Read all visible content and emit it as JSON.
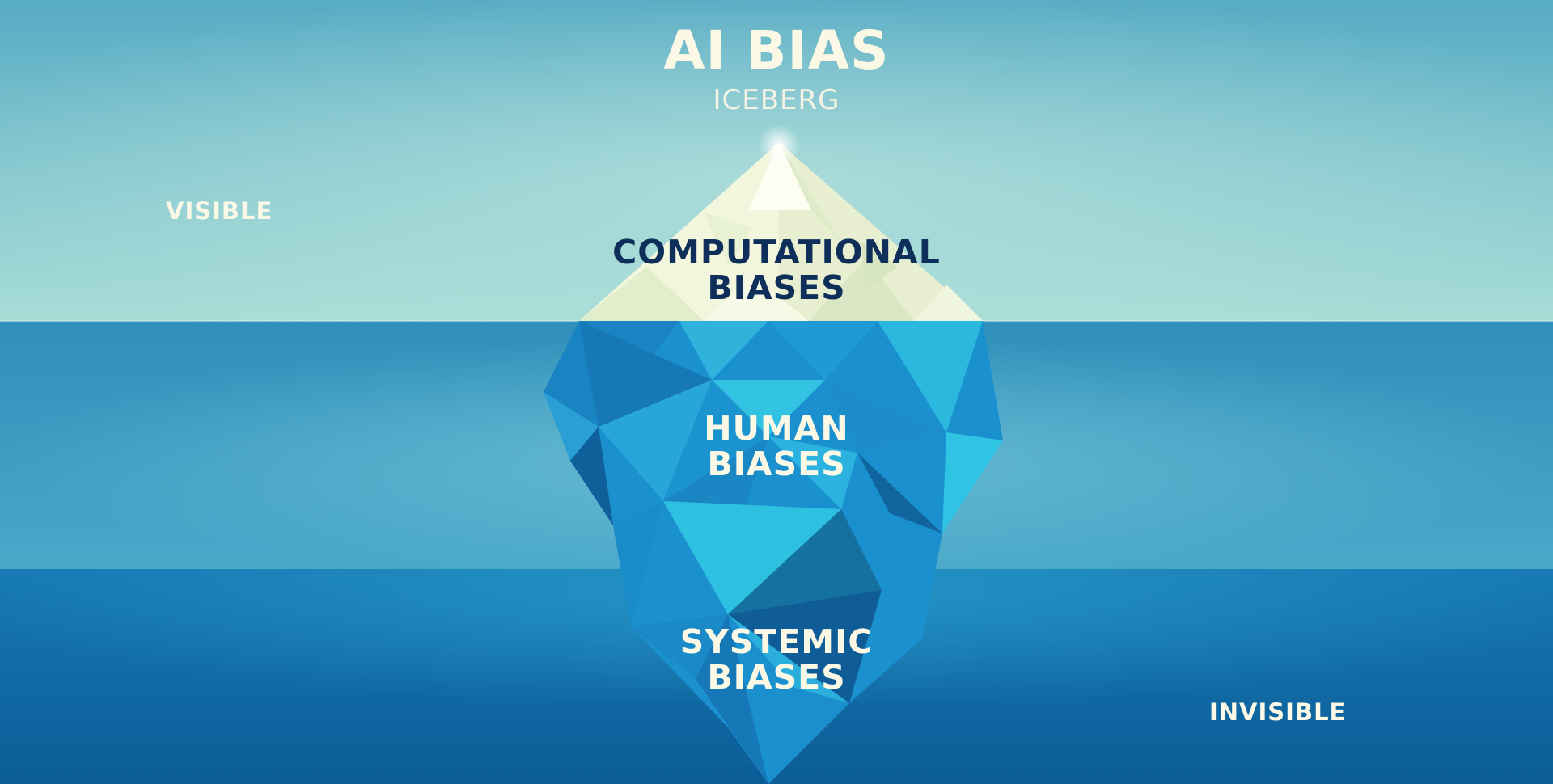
{
  "title": "AI BIAS",
  "subtitle": "ICEBERG",
  "labels": {
    "visible": "VISIBLE",
    "invisible": "INVISIBLE"
  },
  "layers": [
    {
      "line1": "COMPUTATIONAL",
      "line2": "BIASES"
    },
    {
      "line1": "HUMAN",
      "line2": "BIASES"
    },
    {
      "line1": "SYSTEMIC",
      "line2": "BIASES"
    }
  ],
  "colors": {
    "sky_top": "#5aaec6",
    "sky_bottom": "#a7dcd6",
    "middle_water": "#3fa0c7",
    "deep_water": "#0e66a3",
    "ice_tip": "#f4f8e2",
    "ice_body": "#1b92d0",
    "ice_dark": "#0c5f98",
    "ice_light": "#2dc0df",
    "dark_text": "#0e2f5a",
    "light_text": "#fbf8e6"
  }
}
